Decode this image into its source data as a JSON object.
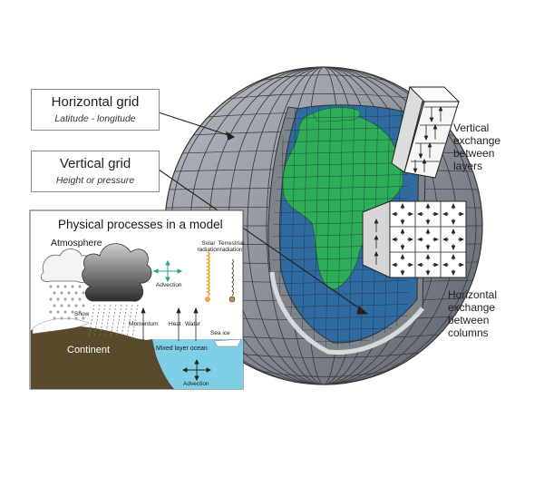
{
  "labels": {
    "horizontal_grid": {
      "title": "Horizontal grid",
      "subtitle": "Latitude - longitude"
    },
    "vertical_grid": {
      "title": "Vertical grid",
      "subtitle": "Height or pressure"
    },
    "vertical_exchange": [
      "Vertical",
      "exchange",
      "between",
      "layers"
    ],
    "horizontal_exchange": [
      "Horizontal",
      "exchange",
      "between",
      "columns"
    ]
  },
  "inset": {
    "title": "Physical processes in a model",
    "atmosphere": "Atmosphere",
    "snow": "Snow",
    "advection_top": "Advection",
    "solar": [
      "Solar",
      "radiation"
    ],
    "terrestrial": [
      "Terrestrial",
      "radiation"
    ],
    "momentum": "Momentum",
    "heat": "Heat",
    "water": "Water",
    "sea_ice": "Sea ice",
    "continent": "Continent",
    "mixed_layer": "Mixed layer ocean",
    "advection_bottom": "Advection"
  },
  "colors": {
    "globe_gray": "#8c9199",
    "ocean_blue": "#2f6aa0",
    "land_green": "#2fae5a",
    "land_brown": "#5a4a2c",
    "inset_ocean": "#7fd0e6",
    "solar_orange": "#f0a640"
  }
}
